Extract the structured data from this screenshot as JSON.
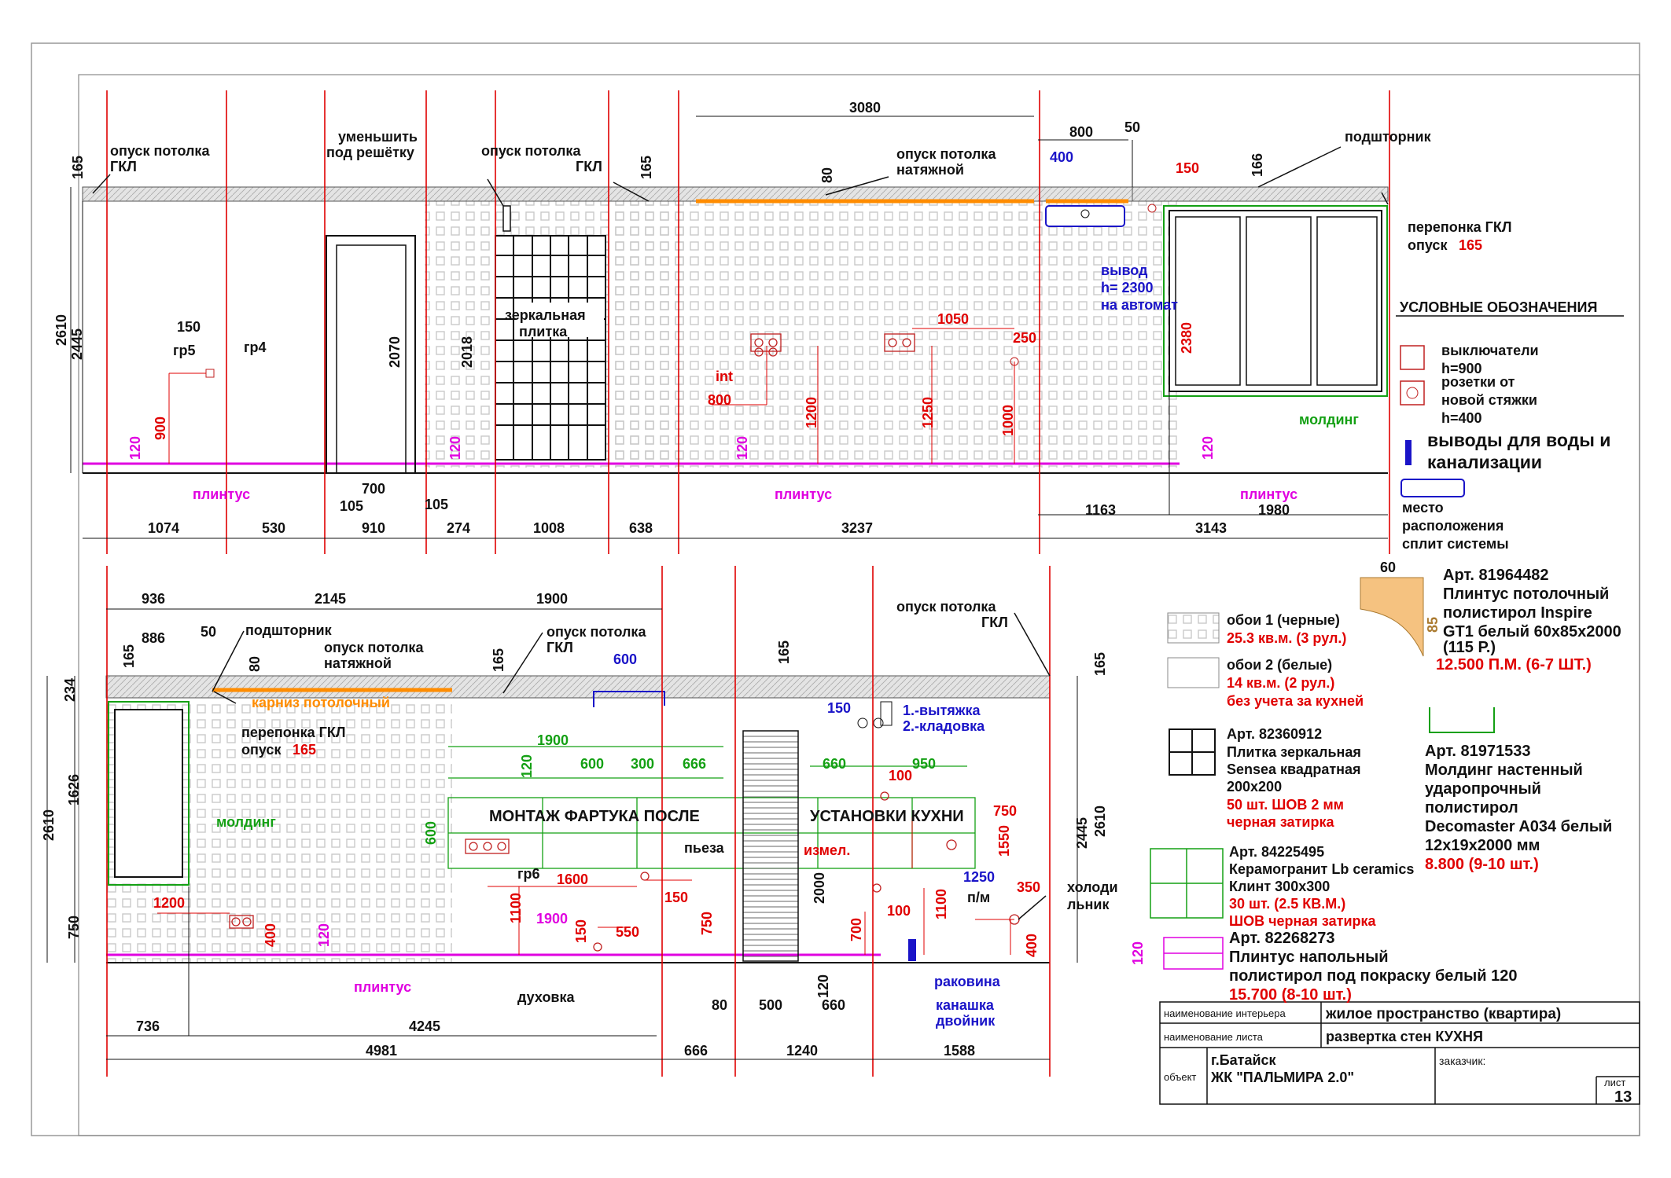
{
  "colors": {
    "red": "#e00000",
    "blue": "#1a14c8",
    "green": "#14a014",
    "magenta": "#e000e0",
    "orange": "#ff8c00",
    "black": "#111111"
  },
  "top": {
    "dims_bottom": [
      "1074",
      "530",
      "910",
      "274",
      "1008",
      "638",
      "3237",
      "1163",
      "3143"
    ],
    "dims_top": {
      "d3080": "3080",
      "d800": "800",
      "d50": "50",
      "d400": "400",
      "d150": "150",
      "d166": "166",
      "d165a": "165",
      "d165b": "165",
      "d80": "80"
    },
    "vert": {
      "h2610": "2610",
      "h2445": "2445",
      "h2070": "2070",
      "h2018": "2018",
      "h2380": "2380",
      "h900": "900",
      "h120a": "120",
      "h120b": "120",
      "h120c": "120",
      "h120d": "120",
      "h1200": "1200",
      "h1250": "1250",
      "h1000": "1000"
    },
    "misc": {
      "d150": "150",
      "d700": "700",
      "d105a": "105",
      "d105b": "105",
      "d1980": "1980",
      "d1050": "1050",
      "d250": "250",
      "d800b": "800"
    },
    "labels": {
      "ceiling_gkl_left_1": "опуск потолка",
      "ceiling_gkl_left_2": "ГКЛ",
      "reduce_1": "уменьшить",
      "reduce_2": "под решётку",
      "ceiling_gkl_mid_1": "опуск потолка",
      "ceiling_gkl_mid_2": "ГКЛ",
      "ceiling_str_1": "опуск потолка",
      "ceiling_str_2": "натяжной",
      "curtain": "подшторник",
      "partition_1": "перепонка ГКЛ",
      "partition_2": "опуск",
      "partition_3": "165",
      "mirror_1": "зеркальная",
      "mirror_2": "плитка",
      "gr5": "гр5",
      "gr4": "гр4",
      "int": "int",
      "outlet_1": "вывод",
      "outlet_2": "h= 2300",
      "outlet_3": "на автомат",
      "molding": "молдинг",
      "plinth_a": "плинтус",
      "plinth_b": "плинтус",
      "plinth_c": "плинтус"
    }
  },
  "legend": {
    "title": "УСЛОВНЫЕ ОБОЗНАЧЕНИЯ",
    "switch_1": "выключатели",
    "switch_2": "h=900",
    "socket_1": "розетки от",
    "socket_2": "новой стяжки",
    "socket_3": "h=400",
    "water_1": "выводы для воды и",
    "water_2": "канализации",
    "split_1": "место",
    "split_2": "расположения",
    "split_3": "сплит системы"
  },
  "materials": {
    "plinth_ceiling": {
      "w": "60",
      "h": "85",
      "art": "Арт. 81964482",
      "l1": "Плинтус потолочный",
      "l2": "полистирол Inspire",
      "l3": "GT1 белый 60х85х2000",
      "l4": "(115 Р.)",
      "qty": "12.500 П.М. (6-7 ШТ.)"
    },
    "wall1": {
      "name": "обои 1 (черные)",
      "qty": "25.3 кв.м. (3 рул.)"
    },
    "wall2": {
      "name": "обои 2 (белые)",
      "qty": "14 кв.м. (2 рул.)",
      "note": "без учета за кухней"
    },
    "mirror": {
      "art": "Арт. 82360912",
      "l1": "Плитка зеркальная",
      "l2": "Sensea квадратная",
      "l3": "200х200",
      "qty": "50 шт. ШОВ 2 мм",
      "note": "черная затирка"
    },
    "molding": {
      "art": "Арт. 81971533",
      "l1": "Молдинг настенный",
      "l2": "ударопрочный",
      "l3": "полистирол",
      "l4": "Decomaster A034 белый",
      "l5": "12х19х2000 мм",
      "qty": "8.800 (9-10 шт.)"
    },
    "porcelain": {
      "art": "Арт. 84225495",
      "l1": "Керамогранит Lb ceramics",
      "l2": "Клинт 300х300",
      "qty": "30 шт. (2.5 КВ.М.)",
      "note": "ШОВ  черная затирка"
    },
    "plinth_floor": {
      "h": "120",
      "art": "Арт. 82268273",
      "l1": "Плинтус напольный",
      "l2": "полистирол под покраску белый 120",
      "qty": "15.700 (8-10 шт.)"
    }
  },
  "bottom": {
    "dims_top": [
      "936",
      "2145",
      "1900"
    ],
    "dims_bottom1": [
      "736",
      "4245"
    ],
    "dims_bottom2": [
      "4981",
      "666",
      "1240",
      "1588"
    ],
    "dims_mid": {
      "d886": "886",
      "d50": "50",
      "d80": "80",
      "d165a": "165",
      "d165b": "165",
      "d165c": "165",
      "d165d": "165",
      "d600": "600",
      "d150": "150",
      "d1900": "1900",
      "d600b": "600",
      "d300": "300",
      "d666": "666",
      "d660": "660",
      "d950": "950",
      "d100a": "100",
      "d750": "750",
      "d1600": "1600",
      "d150b": "150",
      "d1900b": "1900",
      "d550": "550",
      "d1200": "1200",
      "d1250": "1250",
      "d350": "350",
      "d100b": "100",
      "d80b": "80",
      "d500": "500",
      "d660b": "660",
      "d120": "120"
    },
    "vert": {
      "h234": "234",
      "h1626": "1626",
      "h2610": "2610",
      "h750": "750",
      "h2445": "2445",
      "h2610b": "2610",
      "h120": "120",
      "h600": "600",
      "h1550": "1550",
      "h1100a": "1100",
      "h750b": "750",
      "h2000": "2000",
      "h700": "700",
      "h1100b": "1100",
      "h400a": "400",
      "h400b": "400",
      "h150": "150",
      "h120b": "120",
      "h120c": "120"
    },
    "labels": {
      "curtain": "подшторник",
      "ceiling_str_1": "опуск потолка",
      "ceiling_str_2": "натяжной",
      "ceiling_gkl_1": "опуск потолка",
      "ceiling_gkl_2": "ГКЛ",
      "ceiling_gkl_r1": "опуск потолка",
      "ceiling_gkl_r2": "ГКЛ",
      "cornice": "карниз потолочный",
      "partition_1": "перепонка ГКЛ",
      "partition_2": "опуск",
      "partition_3": "165",
      "molding": "молдинг",
      "apron_1": "МОНТАЖ ФАРТУКА ПОСЛЕ",
      "apron_2": "УСТАНОВКИ КУХНИ",
      "hood": "1.-вытяжка",
      "pantry": "2.-кладовка",
      "piezo": "пьеза",
      "gr6": "гр6",
      "measure": "измел.",
      "oven": "духовка",
      "pm": "п/м",
      "fridge_1": "холоди",
      "fridge_2": "льник",
      "sink": "раковина",
      "sewer_1": "канашка",
      "sewer_2": "двойник",
      "plinth": "плинтус"
    }
  },
  "title_block": {
    "interior_label": "наименование интерьера",
    "interior_value": "жилое пространство (квартира)",
    "sheet_label": "наименование листа",
    "sheet_value": "развертка стен КУХНЯ",
    "object_label": "объект",
    "object_1": "г.Батайск",
    "object_2": "ЖК \"ПАЛЬМИРА 2.0\"",
    "customer_label": "заказчик:",
    "list_label": "лист",
    "list_value": "13"
  }
}
